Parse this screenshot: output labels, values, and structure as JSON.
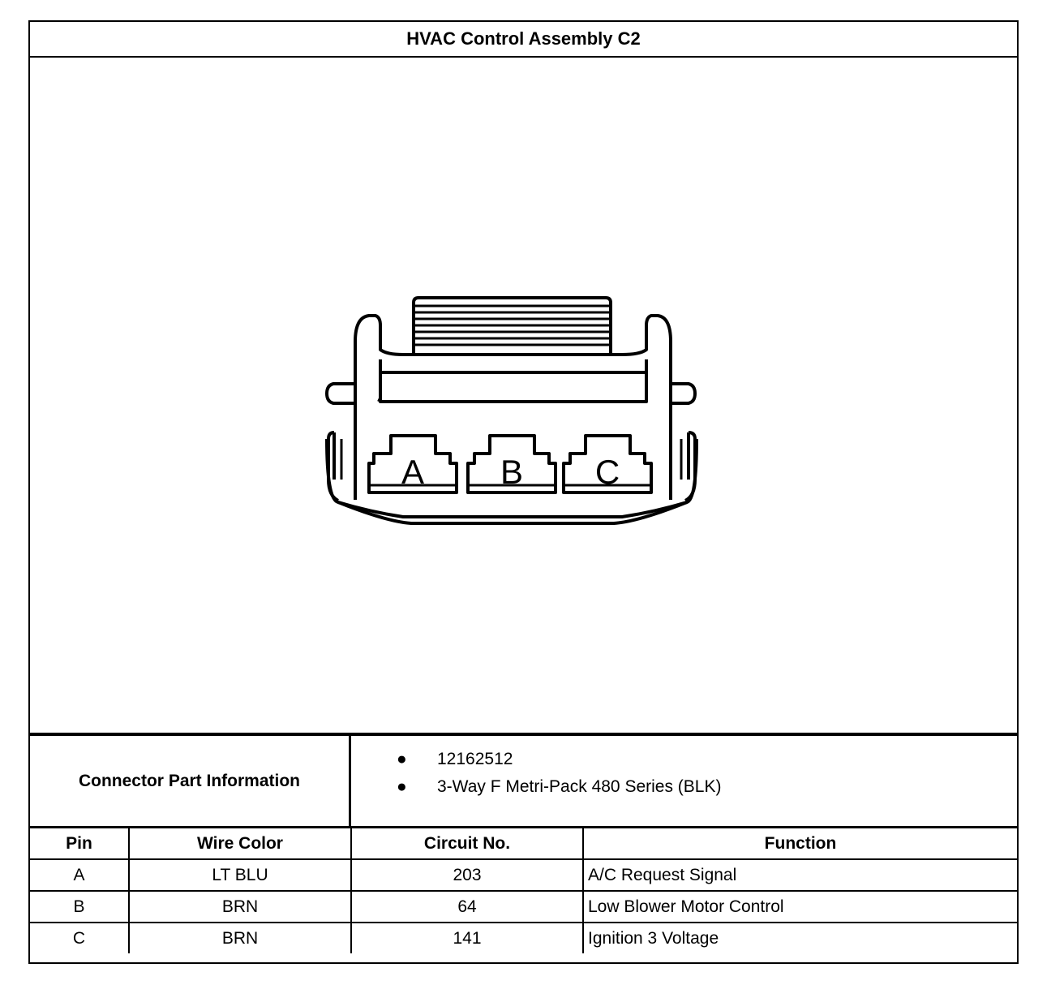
{
  "title": "HVAC Control Assembly C2",
  "connector": {
    "pin_labels": [
      "A",
      "B",
      "C"
    ]
  },
  "part_info": {
    "label": "Connector Part Information",
    "items": [
      "12162512",
      "3-Way F Metri-Pack 480 Series (BLK)"
    ]
  },
  "pin_table": {
    "headers": [
      "Pin",
      "Wire Color",
      "Circuit No.",
      "Function"
    ],
    "rows": [
      {
        "pin": "A",
        "wire_color": "LT BLU",
        "circuit": "203",
        "function": "A/C Request Signal"
      },
      {
        "pin": "B",
        "wire_color": "BRN",
        "circuit": "64",
        "function": "Low Blower Motor Control"
      },
      {
        "pin": "C",
        "wire_color": "BRN",
        "circuit": "141",
        "function": "Ignition 3 Voltage"
      }
    ]
  }
}
